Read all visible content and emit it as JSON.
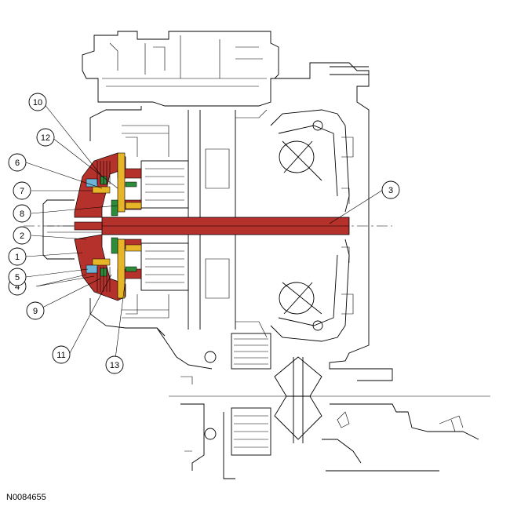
{
  "figure_id": "N0084655",
  "colors": {
    "red": "#b5312b",
    "yellow": "#e7b628",
    "green": "#2e8b3a",
    "blue": "#6fb4d6",
    "line": "#000000"
  },
  "callouts": [
    {
      "label": "1"
    },
    {
      "label": "2"
    },
    {
      "label": "3"
    },
    {
      "label": "4"
    },
    {
      "label": "5"
    },
    {
      "label": "6"
    },
    {
      "label": "7"
    },
    {
      "label": "8"
    },
    {
      "label": "9"
    },
    {
      "label": "10"
    },
    {
      "label": "11"
    },
    {
      "label": "12"
    },
    {
      "label": "13"
    }
  ]
}
